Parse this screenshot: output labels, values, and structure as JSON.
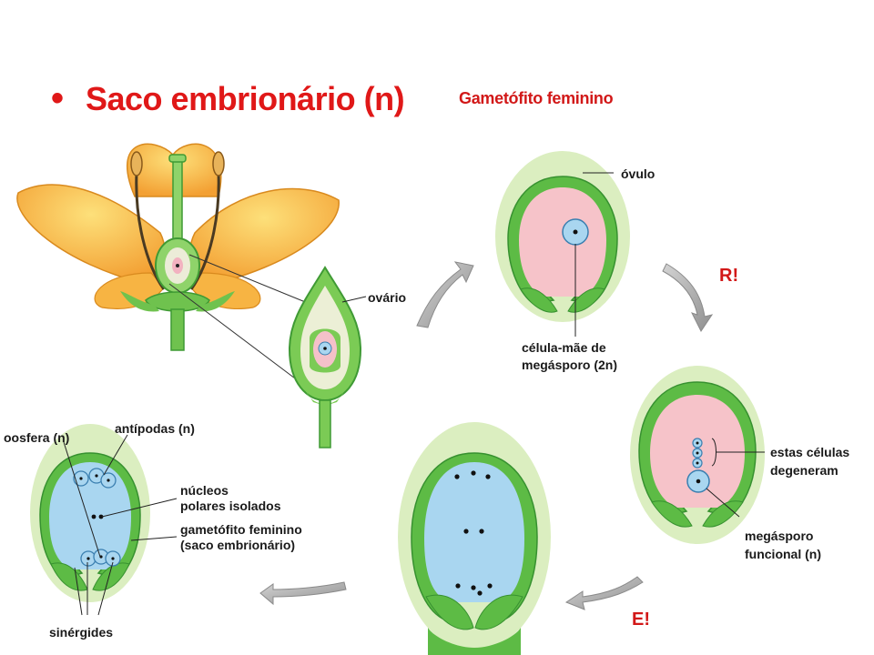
{
  "title": {
    "bullet": "•",
    "text": "Saco embrionário (n)",
    "subtitle": "Gametófito feminino"
  },
  "labels": {
    "ovario": "ovário",
    "ovulo": "óvulo",
    "celula_mae_1": "célula-mãe de",
    "celula_mae_2": "megásporo (2n)",
    "estas_1": "estas células",
    "estas_2": "degeneram",
    "megasporo_1": "megásporo",
    "megasporo_2": "funcional (n)",
    "oosfera": "oosfera (n)",
    "antipodas": "antípodas (n)",
    "nucleos_1": "núcleos",
    "nucleos_2": "polares isolados",
    "gametofito_1": "gametófito feminino",
    "gametofito_2": "(saco embrionário)",
    "sinergides": "sinérgides"
  },
  "stage_marks": {
    "meiosis": "R!",
    "mitosis": "E!"
  },
  "colors": {
    "title": "#e01818",
    "integument": "#3fae3a",
    "halo": "#dbeec0",
    "nucellus": "#f6c3c9",
    "embryo_sac": "#a9d6f0",
    "petal": "#f5a93a",
    "arrow": "#a9a9a9"
  }
}
